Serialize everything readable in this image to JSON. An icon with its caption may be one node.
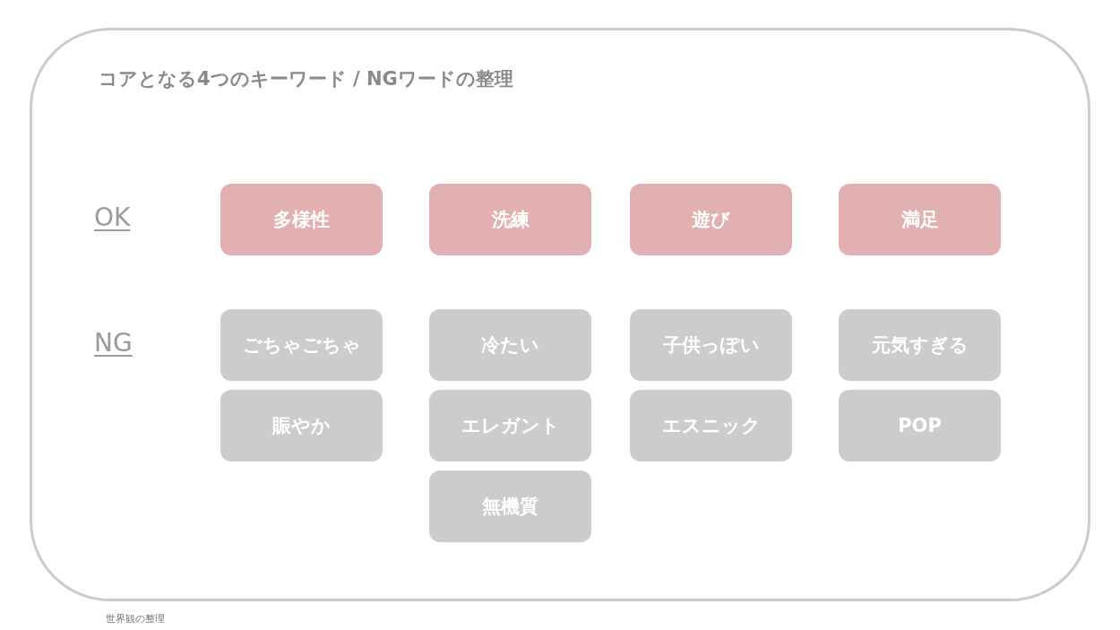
{
  "diagram": {
    "title": "コアとなる4つのキーワード / NGワードの整理",
    "caption": "世界観の整理",
    "nodes": [
      {
        "text": [
          "多様性"
        ]
      },
      {
        "text": [
          "洗練"
        ]
      },
      {
        "text": [
          "遊び"
        ]
      },
      {
        "text": [
          "満足"
        ]
      },
      {
        "text": [
          "ごちゃごちゃ"
        ]
      },
      {
        "text": [
          "冷たい"
        ]
      },
      {
        "text": [
          "子供っぽい"
        ]
      },
      {
        "text": [
          "元気すぎる"
        ]
      },
      {
        "text": [
          "賑やか"
        ]
      },
      {
        "text": [
          "エレガント"
        ]
      },
      {
        "text": [
          "エスニック"
        ]
      },
      {
        "text": [
          "POP"
        ]
      },
      {
        "text": [
          "無機質"
        ]
      }
    ],
    "labels": [
      "OK",
      "NG"
    ]
  }
}
